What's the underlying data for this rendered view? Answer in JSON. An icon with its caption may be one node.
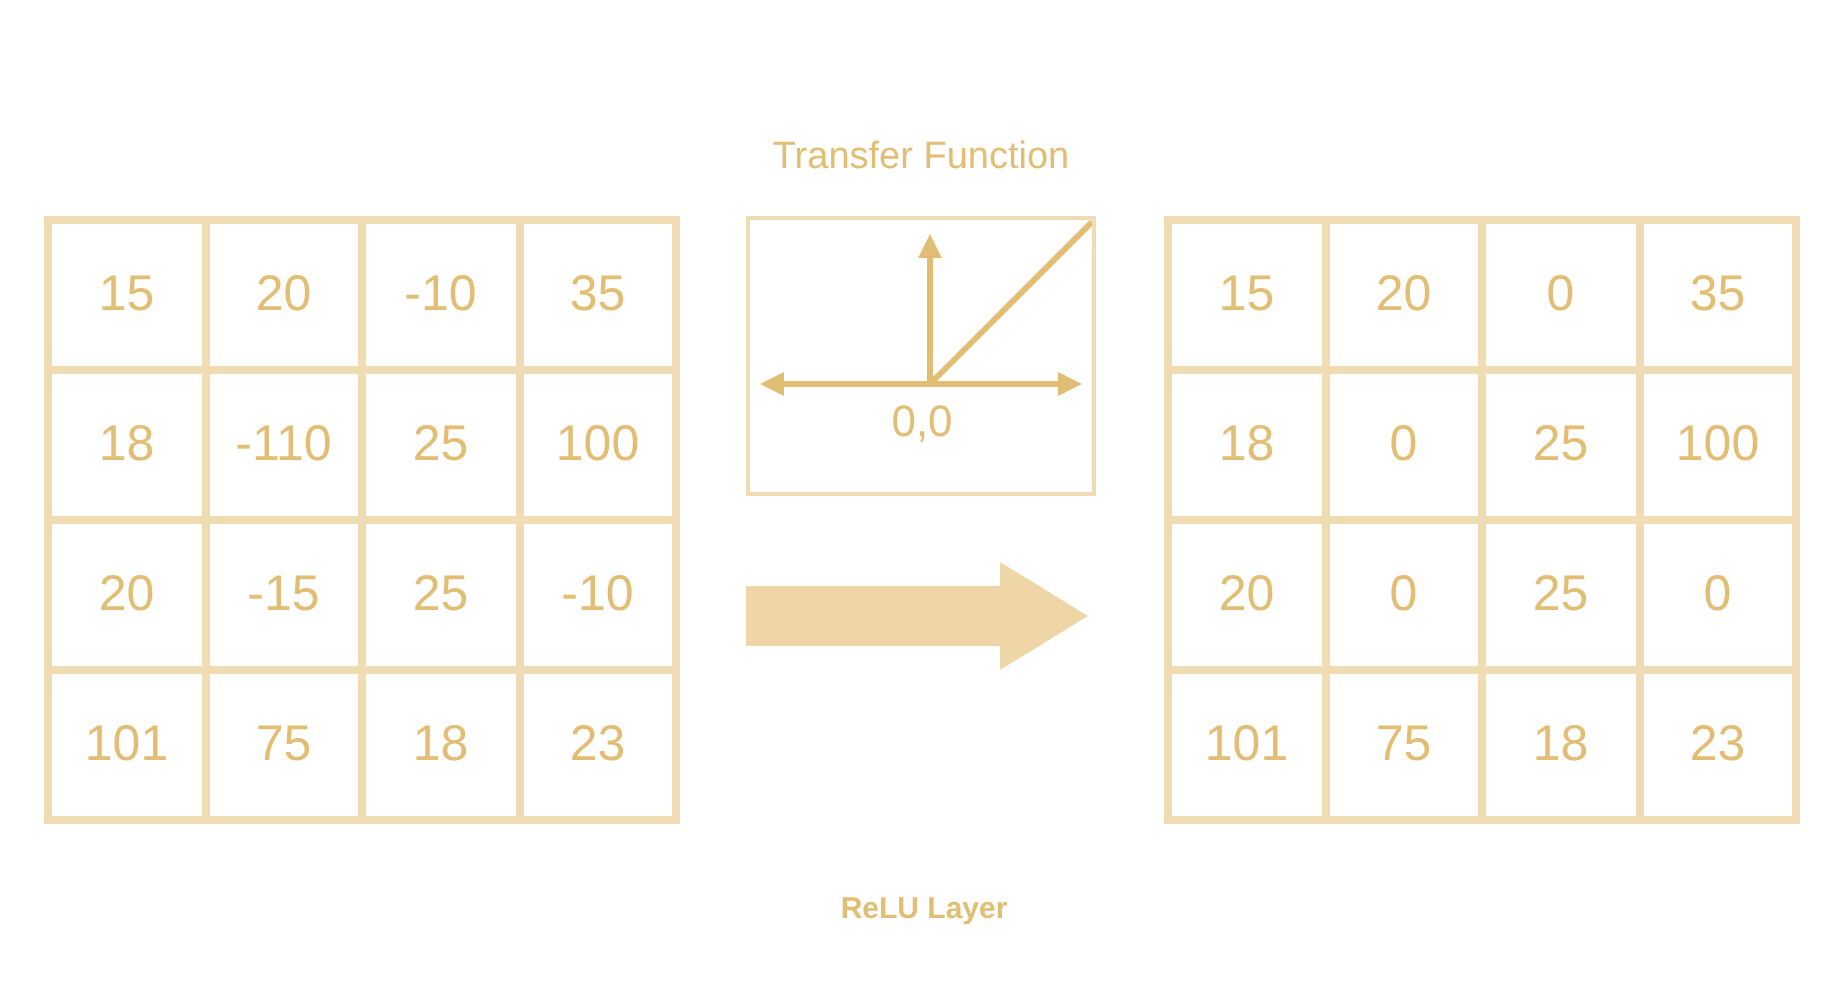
{
  "diagram": {
    "caption": "ReLU Layer",
    "nodes": [
      {
        "text": [],
        "shape": "box"
      },
      {
        "text": [
          "15"
        ],
        "in": 0
      },
      {
        "text": [
          "20"
        ],
        "in": 0
      },
      {
        "text": [
          "-10"
        ],
        "in": 0
      },
      {
        "text": [
          "35"
        ],
        "in": 0
      },
      {
        "text": [
          "18"
        ],
        "in": 0
      },
      {
        "text": [
          "-110"
        ],
        "in": 0
      },
      {
        "text": [
          "25"
        ],
        "in": 0
      },
      {
        "text": [
          "100"
        ],
        "in": 0
      },
      {
        "text": [
          "20"
        ],
        "in": 0
      },
      {
        "text": [
          "-15"
        ],
        "in": 0
      },
      {
        "text": [
          "25"
        ],
        "in": 0
      },
      {
        "text": [
          "-10"
        ],
        "in": 0
      },
      {
        "text": [
          "101"
        ],
        "in": 0
      },
      {
        "text": [
          "75"
        ],
        "in": 0
      },
      {
        "text": [
          "18"
        ],
        "in": 0
      },
      {
        "text": [
          "23"
        ],
        "in": 0
      },
      {
        "text": [
          "Transfer Function",
          "0,0"
        ]
      },
      {
        "text": [],
        "shape": "box"
      },
      {
        "text": [
          "15"
        ],
        "in": 18
      },
      {
        "text": [
          "20"
        ],
        "in": 18
      },
      {
        "text": [
          "0"
        ],
        "in": 18
      },
      {
        "text": [
          "35"
        ],
        "in": 18
      },
      {
        "text": [
          "18"
        ],
        "in": 18
      },
      {
        "text": [
          "0"
        ],
        "in": 18
      },
      {
        "text": [
          "25"
        ],
        "in": 18
      },
      {
        "text": [
          "100"
        ],
        "in": 18
      },
      {
        "text": [
          "20"
        ],
        "in": 18
      },
      {
        "text": [
          "0"
        ],
        "in": 18
      },
      {
        "text": [
          "25"
        ],
        "in": 18
      },
      {
        "text": [
          "0"
        ],
        "in": 18
      },
      {
        "text": [
          "101"
        ],
        "in": 18
      },
      {
        "text": [
          "75"
        ],
        "in": 18
      },
      {
        "text": [
          "18"
        ],
        "in": 18
      },
      {
        "text": [
          "23"
        ],
        "in": 18
      }
    ],
    "edges": [
      {
        "from": 0,
        "to": 18,
        "arrow": "to"
      }
    ]
  }
}
